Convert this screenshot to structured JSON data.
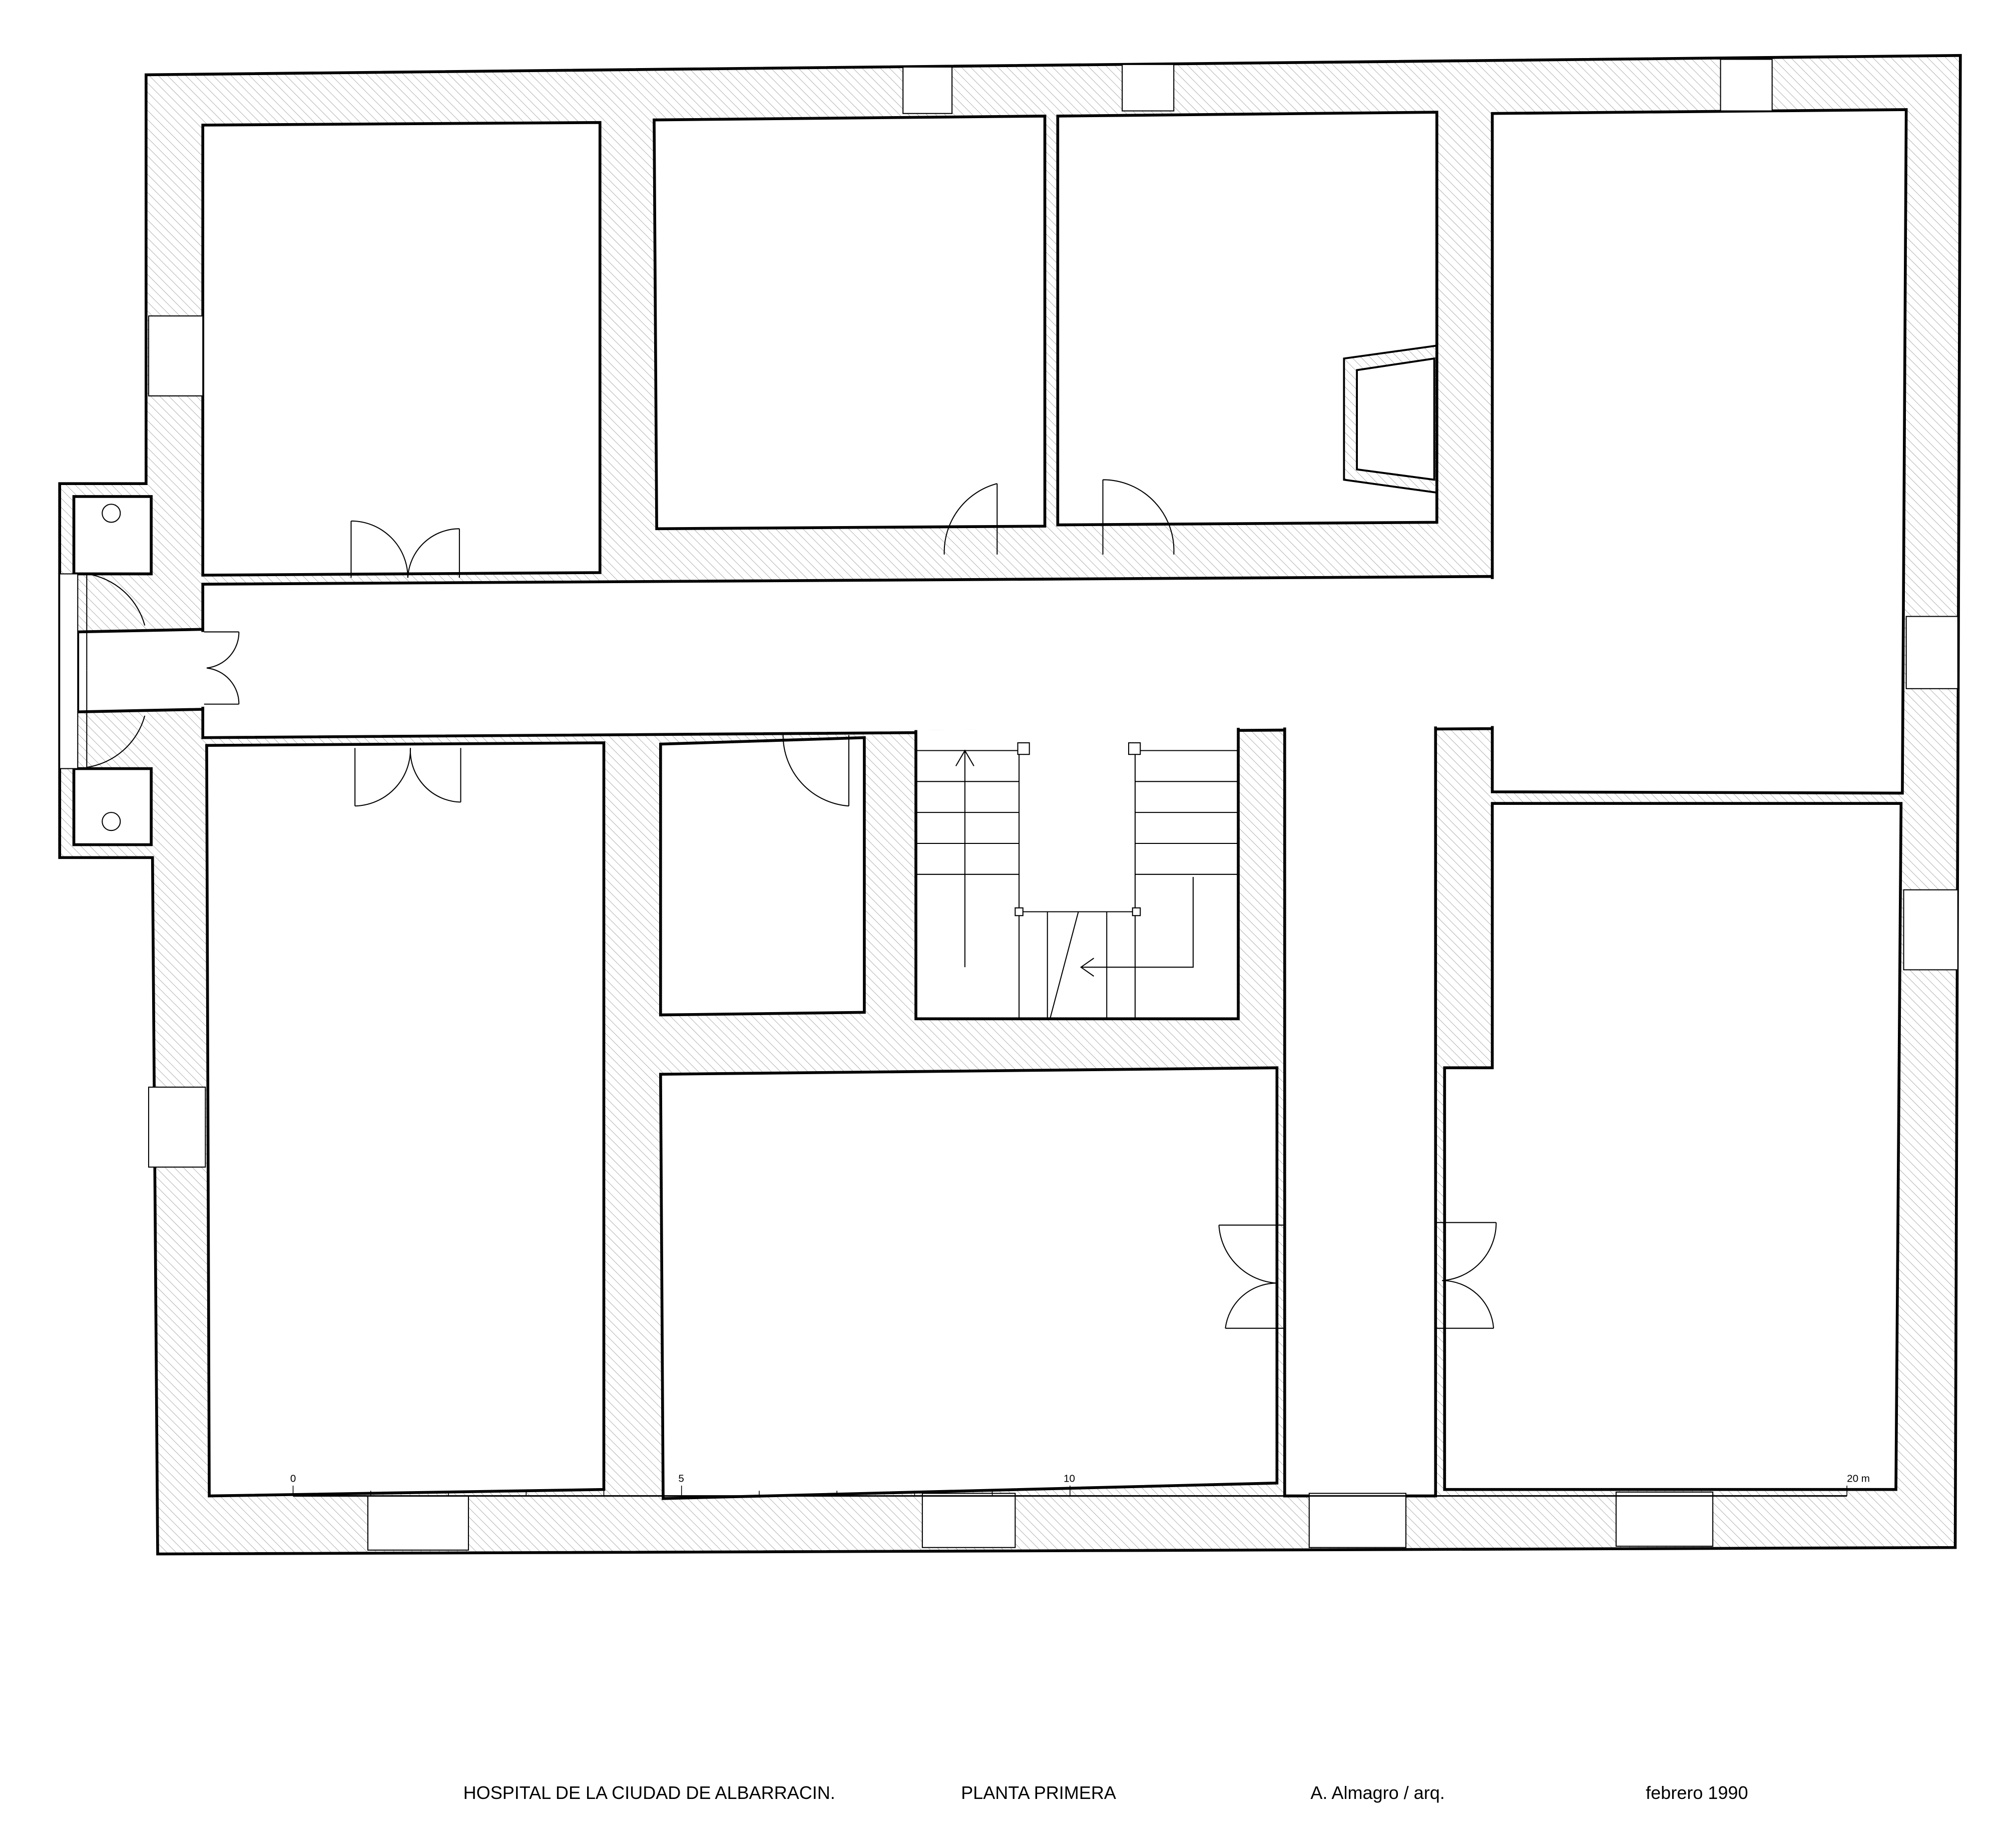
{
  "drawing": {
    "title": "HOSPITAL DE LA CIUDAD DE ALBARRACIN.",
    "sheet": "PLANTA PRIMERA",
    "author": "A. Almagro / arq.",
    "date": "febrero 1990"
  },
  "scale_bar": {
    "labels": [
      "0",
      "5",
      "10",
      "20 m"
    ],
    "minor_ticks_meters": [
      0,
      1,
      2,
      3,
      4,
      5,
      6,
      7,
      8,
      9,
      10,
      20
    ]
  },
  "colors": {
    "line": "#000000",
    "hatch": "#9a9a9a",
    "background": "#ffffff"
  }
}
